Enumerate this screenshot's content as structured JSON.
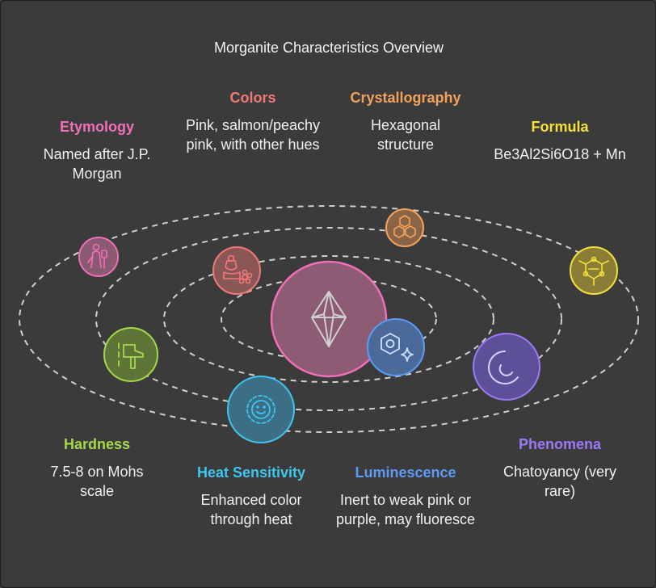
{
  "title": "Morganite Characteristics Overview",
  "characteristics": {
    "etymology": {
      "heading": "Etymology",
      "text": "Named after J.P. Morgan",
      "color": "#f06fb8"
    },
    "colors": {
      "heading": "Colors",
      "text": "Pink, salmon/peachy pink, with other hues",
      "color": "#f27878"
    },
    "crystallography": {
      "heading": "Crystallography",
      "text": "Hexagonal structure",
      "color": "#f5a15a"
    },
    "formula": {
      "heading": "Formula",
      "text": "Be3Al2Si6O18 + Mn",
      "color": "#f5e13a"
    },
    "hardness": {
      "heading": "Hardness",
      "text": "7.5-8 on Mohs scale",
      "color": "#a6d84a"
    },
    "heat_sensitivity": {
      "heading": "Heat Sensitivity",
      "text": "Enhanced color through heat",
      "color": "#3cc6f0"
    },
    "luminescence": {
      "heading": "Luminescence",
      "text": "Inert to weak pink or purple, may fluoresce",
      "color": "#5b9bf5"
    },
    "phenomena": {
      "heading": "Phenomena",
      "text": "Chatoyancy (very rare)",
      "color": "#9b7af5"
    }
  },
  "center": {
    "icon": "gem-icon",
    "color": "#f06fb8"
  },
  "icons": {
    "etymology": "scroll-figure-icon",
    "colors": "perfume-flower-icon",
    "crystallography": "hexagon-cluster-icon",
    "formula": "molecule-icon",
    "hardness": "hammer-icon",
    "heat_sensitivity": "glowing-face-icon",
    "luminescence": "hex-sparkle-icon",
    "phenomena": "cats-eye-icon"
  }
}
